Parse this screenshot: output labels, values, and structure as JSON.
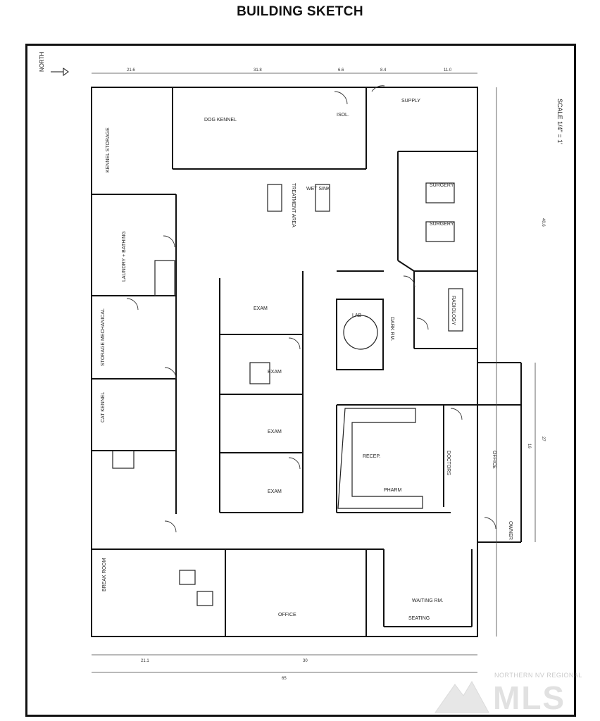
{
  "page_title": "BUILDING SKETCH",
  "compass": {
    "label": "NORTH"
  },
  "scale": "SCALE 1/4\" = 1'",
  "rooms": {
    "kennel_storage": "KENNEL STORAGE",
    "dog_kennel": "DOG KENNEL",
    "isolation": "ISOL.",
    "laundry_bathing": "LAUNDRY + BATHING",
    "storage_mechanical": "STORAGE MECHANICAL",
    "cat_kennel": "CAT KENNEL",
    "break_room": "BREAK ROOM",
    "treatment_area": "TREATMENT AREA",
    "surgery_1": "SURGERY",
    "surgery_2": "SURGERY",
    "radiology": "RADIOLOGY",
    "lab": "LAB",
    "exam_1": "EXAM",
    "exam_2": "EXAM",
    "exam_3": "EXAM",
    "exam_4": "EXAM",
    "reception": "RECEP.",
    "office_1": "OFFICE",
    "office_2": "OFFICE",
    "waiting": "WAITING RM.",
    "pharmacy": "PHARM",
    "doctors": "DOCTORS",
    "seating": "SEATING",
    "owner": "OWNER",
    "supply": "SUPPLY",
    "darkroom": "DARK RM.",
    "wet_sink": "WET SINK"
  },
  "dimensions": {
    "top_left": "21.6",
    "top_mid": "31.8",
    "top_right": "11.0",
    "top_a": "6.6",
    "top_b": "8.4",
    "right_side": "40.6",
    "right_a": "27",
    "right_b": "16",
    "bottom_left": "21.1",
    "bottom_mid": "30",
    "bottom_total": "65"
  },
  "watermark": {
    "line1": "NORTHERN NV REGIONAL",
    "line2": "MLS"
  }
}
